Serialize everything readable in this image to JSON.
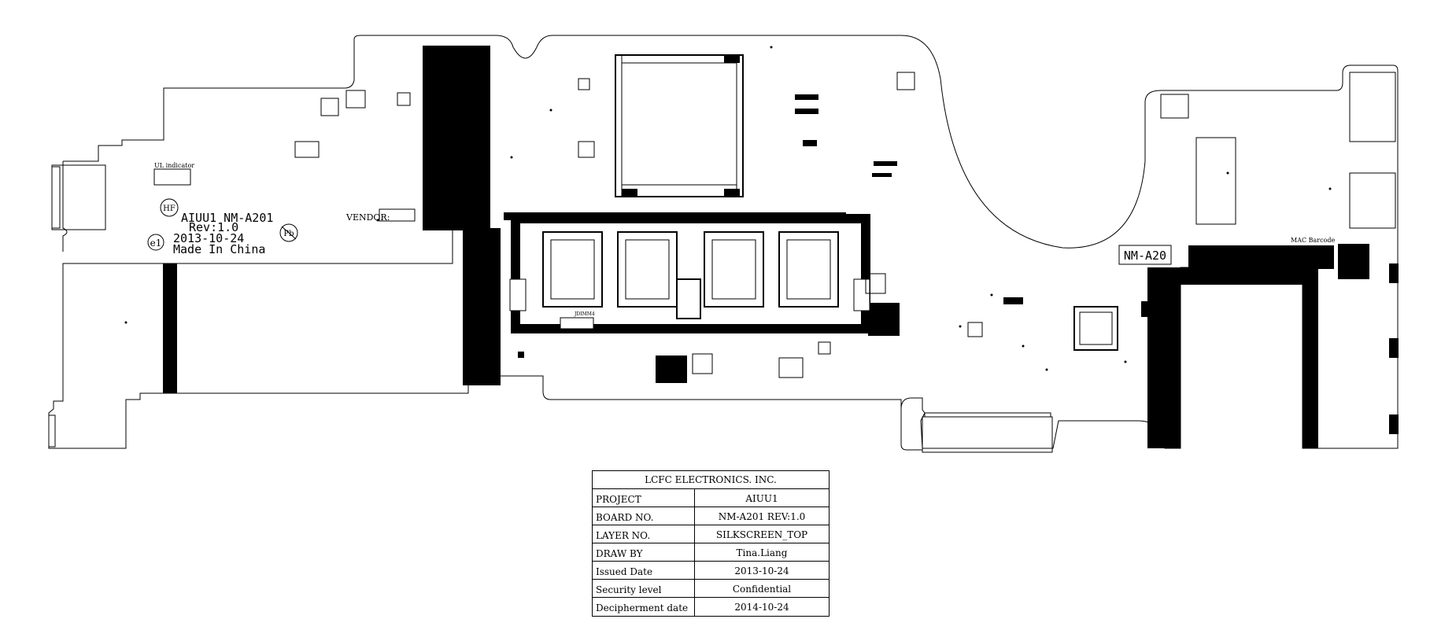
{
  "board_marks": {
    "ul_indicator": "UL indicator",
    "hf_logo": "HF",
    "model_line": "AIUU1 NM-A201",
    "rev_line": "Rev:1.0",
    "date_line": "2013-10-24",
    "made_in": "Made In China",
    "e1_logo": "e1",
    "pb_logo": "Pb",
    "vendor_label": "VENDOR:",
    "nm_label": "NM-A20",
    "mac_barcode": "MAC Barcode",
    "mem_label": "JDIMM4"
  },
  "title_block": {
    "company": "LCFC ELECTRONICS. INC.",
    "rows": [
      {
        "label": "PROJECT",
        "value": "AIUU1"
      },
      {
        "label": "BOARD NO.",
        "value": "NM-A201   REV:1.0"
      },
      {
        "label": "LAYER NO.",
        "value": "SILKSCREEN_TOP"
      },
      {
        "label": "DRAW BY",
        "value": "Tina.Liang"
      },
      {
        "label": "Issued  Date",
        "value": "2013-10-24"
      },
      {
        "label": "Security level",
        "value": "Confidential"
      },
      {
        "label": "Decipherment date",
        "value": "2014-10-24"
      }
    ]
  }
}
